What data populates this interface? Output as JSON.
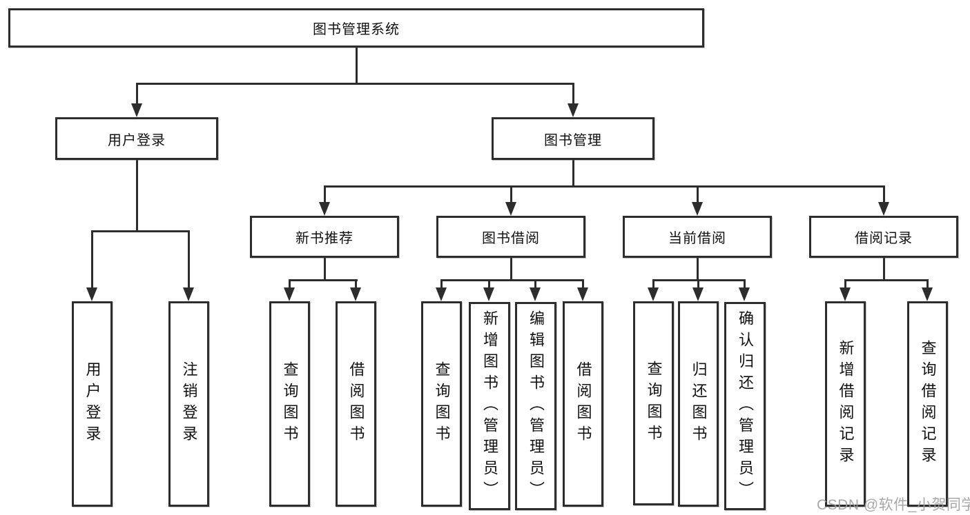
{
  "diagram": {
    "root": {
      "label": "图书管理系统"
    },
    "branches": [
      {
        "label": "用户登录",
        "children": [
          {
            "label": "用户登录"
          },
          {
            "label": "注销登录"
          }
        ]
      },
      {
        "label": "图书管理",
        "children": [
          {
            "label": "新书推荐",
            "children": [
              {
                "label": "查询图书"
              },
              {
                "label": "借阅图书"
              }
            ]
          },
          {
            "label": "图书借阅",
            "children": [
              {
                "label": "查询图书"
              },
              {
                "label": "新增图书（管理员）"
              },
              {
                "label": "编辑图书（管理员）"
              },
              {
                "label": "借阅图书"
              }
            ]
          },
          {
            "label": "当前借阅",
            "children": [
              {
                "label": "查询图书"
              },
              {
                "label": "归还图书"
              },
              {
                "label": "确认归还（管理员）"
              }
            ]
          },
          {
            "label": "借阅记录",
            "children": [
              {
                "label": "新增借阅记录"
              },
              {
                "label": "查询借阅记录"
              }
            ]
          }
        ]
      }
    ]
  },
  "watermark": {
    "text": "CSDN @软件_小贺同学"
  },
  "colors": {
    "line": "#2d2d2d",
    "text": "#111111",
    "background": "#ffffff",
    "watermark": "#9e9e9e"
  }
}
